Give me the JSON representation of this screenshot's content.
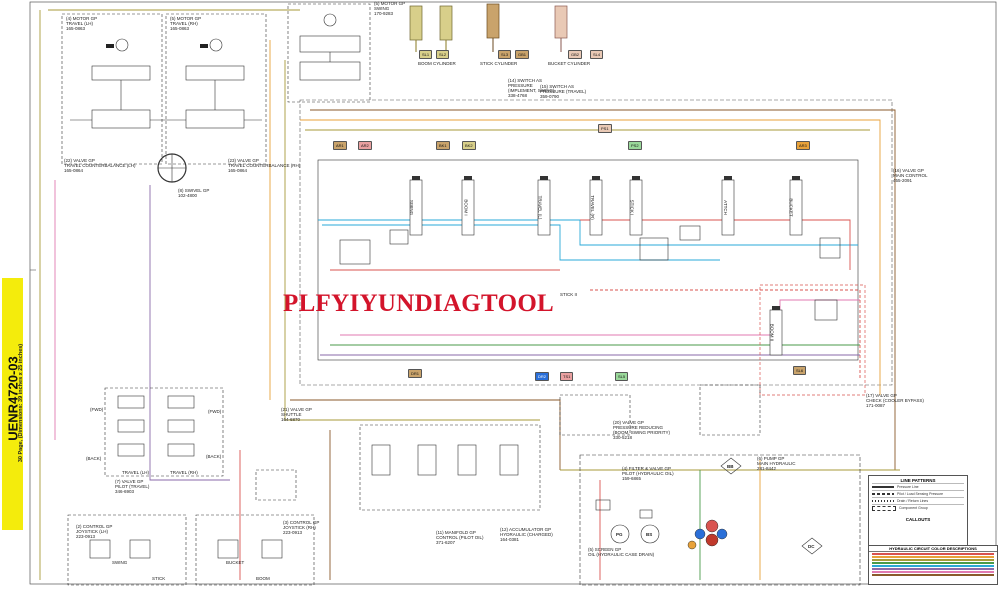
{
  "document": {
    "id": "UENR4720-03",
    "subtitle": "30 Page, (Dimensions: 39 inches x 25 inches)",
    "watermark": "PLFYIYUNDIAGTOOL"
  },
  "colors": {
    "paper": "#ffffff",
    "strip": "#f4ec0c",
    "watermark": "#d3142b",
    "dark_line": "#333333",
    "red_line": "#d9534f",
    "blue_line": "#2aa8d8",
    "orange_line": "#e8a23a",
    "olive_line": "#a79a3a",
    "brown_line": "#8a5a2b",
    "green_line": "#4a9a4a",
    "pink_line": "#e07ab0",
    "purple_line": "#8a6aa8"
  },
  "labels": [
    {
      "id": "motor-travel-lh",
      "text": "(4) MOTOR GP\nTRAVEL (LH)\n165-0863"
    },
    {
      "id": "motor-travel-rh",
      "text": "(5) MOTOR GP\nTRAVEL (RH)\n165-0863"
    },
    {
      "id": "motor-swing",
      "text": "(5) MOTOR GP\nSWING\n170-9283"
    },
    {
      "id": "boom-cylinder",
      "text": "BOOM CYLINDER"
    },
    {
      "id": "stick-cylinder",
      "text": "STICK CYLINDER"
    },
    {
      "id": "bucket-cylinder",
      "text": "BUCKET CYLINDER"
    },
    {
      "id": "switch-pressure-implement",
      "text": "(14) SWITCH AS\nPRESSURE\n(IMPLEMENT, SWING)\n338-4768"
    },
    {
      "id": "switch-pressure-travel",
      "text": "(15) SWITCH AS\nPRESSURE (TRAVEL)\n359-0790"
    },
    {
      "id": "valve-travel-lh",
      "text": "(22) VALVE GP\nTRAVEL COUNTERBALANCE (LH)\n165-0864"
    },
    {
      "id": "valve-travel-rh",
      "text": "(23) VALVE GP\nTRAVEL COUNTERBALANCE (RH)\n165-0864"
    },
    {
      "id": "swivel",
      "text": "(8) SWIVEL GP\n102-4800"
    },
    {
      "id": "main-control",
      "text": "(16) VALVE GP\nMAIN CONTROL\n455-2091"
    },
    {
      "id": "check-cooler",
      "text": "(17) VALVE GP\nCHECK (COOLER BYPASS)\n171-0087"
    },
    {
      "id": "shuttle",
      "text": "(21) VALVE GP\nSHUTTLE\n164-6870"
    },
    {
      "id": "pressure-reducing",
      "text": "(20) VALVE GP\nPRESSURE REDUCING\n(BOOM, SWING PRIORITY)\n330-5218"
    },
    {
      "id": "pilot-travel",
      "text": "(7) VALVE GP\nPILOT (TRAVEL)\n346-6903"
    },
    {
      "id": "manifold",
      "text": "(11) MANIFOLD GP\nCONTROL (PILOT OIL)\n371-6207"
    },
    {
      "id": "accumulator",
      "text": "(12) ACCUMULATOR GP\nHYDRAULIC (CHARGED)\n164-0381"
    },
    {
      "id": "filter-pilot",
      "text": "(4) FILTER & VALVE GP\nPILOT (HYDRAULIC OIL)\n159-6865"
    },
    {
      "id": "screen",
      "text": "(5) SCREEN GP\nOIL (HYDRAULIC CASE DRAIN)"
    },
    {
      "id": "pump",
      "text": "(6) PUMP GP\nMAIN HYDRAULIC\n281-8442"
    },
    {
      "id": "joystick-lh",
      "text": "(2) CONTROL GP\nJOYSTICK (LH)\n223-0913"
    },
    {
      "id": "joystick-rh",
      "text": "(3) CONTROL GP\nJOYSTICK (RH)\n223-0913"
    },
    {
      "id": "boom-label",
      "text": "BOOM"
    },
    {
      "id": "stick-label",
      "text": "STICK"
    },
    {
      "id": "swing-label",
      "text": "SWING"
    },
    {
      "id": "bucket-label",
      "text": "BUCKET"
    },
    {
      "id": "travel-lh-label",
      "text": "TRAVEL (LH)"
    },
    {
      "id": "travel-rh-label",
      "text": "TRAVEL (RH)"
    },
    {
      "id": "fwd-label",
      "text": "(FWD)"
    },
    {
      "id": "back-label",
      "text": "(BACK)"
    },
    {
      "id": "fwd-r-label",
      "text": "(FWD)"
    },
    {
      "id": "back-r-label",
      "text": "(BACK)"
    },
    {
      "id": "swing-mc",
      "text": "SWING"
    },
    {
      "id": "boom1-mc",
      "text": "BOOM I"
    },
    {
      "id": "travel-l-mc",
      "text": "TRAVEL (L)"
    },
    {
      "id": "travel-r-mc",
      "text": "TRAVEL (R)"
    },
    {
      "id": "stick-mc",
      "text": "STICK I"
    },
    {
      "id": "attach-mc",
      "text": "ATTCH"
    },
    {
      "id": "bucket-mc",
      "text": "BUCKET"
    },
    {
      "id": "boom2-mc",
      "text": "BOOM II"
    },
    {
      "id": "stick2-mc",
      "text": "STICK II"
    },
    {
      "id": "pg-label",
      "text": "PG"
    },
    {
      "id": "bs-label",
      "text": "BS"
    },
    {
      "id": "dc-label",
      "text": "DC"
    },
    {
      "id": "bb-label",
      "text": "BB"
    }
  ],
  "tags": [
    {
      "id": "sl1",
      "text": "SL1"
    },
    {
      "id": "sl2",
      "text": "SL2"
    },
    {
      "id": "sl3",
      "text": "SL3"
    },
    {
      "id": "gb1",
      "text": "GB1"
    },
    {
      "id": "gb2",
      "text": "GB2"
    },
    {
      "id": "sl4",
      "text": "SL4"
    },
    {
      "id": "ar1",
      "text": "AR1"
    },
    {
      "id": "ar2",
      "text": "AR2"
    },
    {
      "id": "bk1",
      "text": "BK1"
    },
    {
      "id": "bk2",
      "text": "BK2"
    },
    {
      "id": "ps1",
      "text": "PS1"
    },
    {
      "id": "ps2",
      "text": "PS2"
    },
    {
      "id": "dr1",
      "text": "DR1"
    },
    {
      "id": "dr2",
      "text": "DR2"
    },
    {
      "id": "ts1",
      "text": "TS1"
    },
    {
      "id": "sl5",
      "text": "SL5"
    },
    {
      "id": "sl6",
      "text": "SL6"
    },
    {
      "id": "ar3",
      "text": "AR3"
    }
  ],
  "legend": {
    "title": "LINE PATTERNS",
    "rows": [
      "Pressure Line",
      "Pilot / Load Sensing Pressure",
      "Drain / Return Lines",
      "Component Group"
    ],
    "callouts_title": "CALLOUTS",
    "color_title": "HYDRAULIC CIRCUIT COLOR DESCRIPTIONS"
  }
}
